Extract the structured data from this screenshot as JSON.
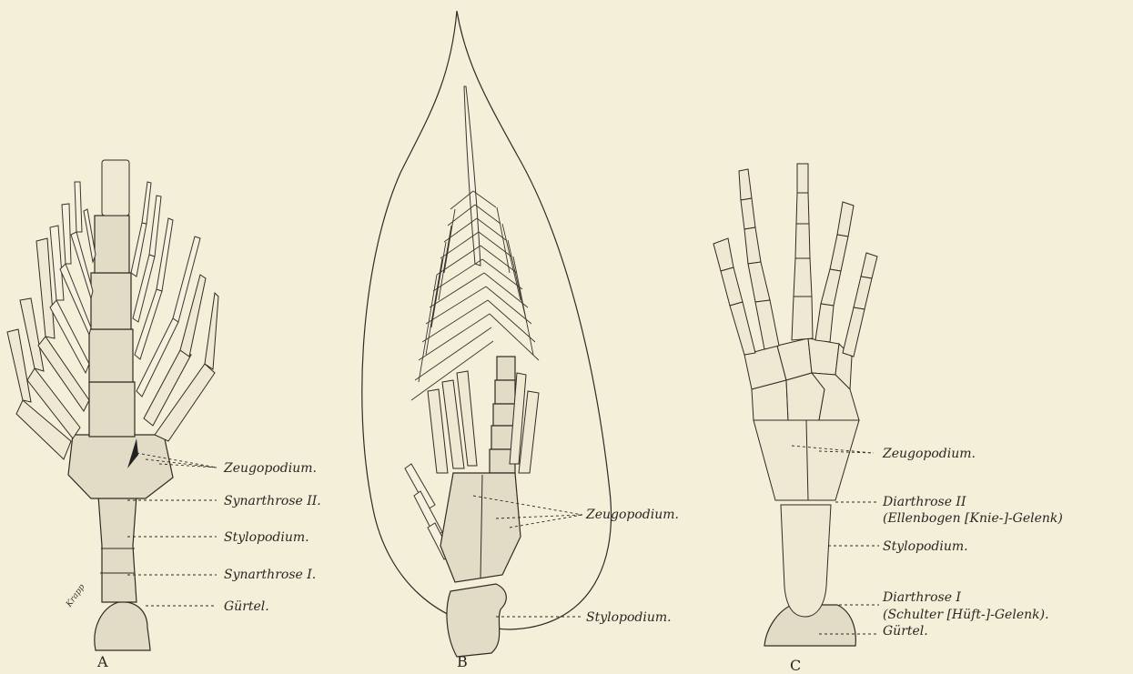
{
  "figures": {
    "a": {
      "caption": "A",
      "signature": "Krapp",
      "labels": [
        "Zeugopodium.",
        "Synarthrose II.",
        "Stylopodium.",
        "Synarthrose I.",
        "Gürtel."
      ]
    },
    "b": {
      "caption": "B",
      "labels": [
        "Zeugopodium.",
        "Stylopodium."
      ]
    },
    "c": {
      "caption": "C",
      "labels": [
        "Zeugopodium.",
        "Diarthrose II",
        "(Ellenbogen [Knie-]-Gelenk)",
        "Stylopodium.",
        "Diarthrose I",
        "(Schulter [Hüft-]-Gelenk).",
        "Gürtel."
      ]
    }
  }
}
